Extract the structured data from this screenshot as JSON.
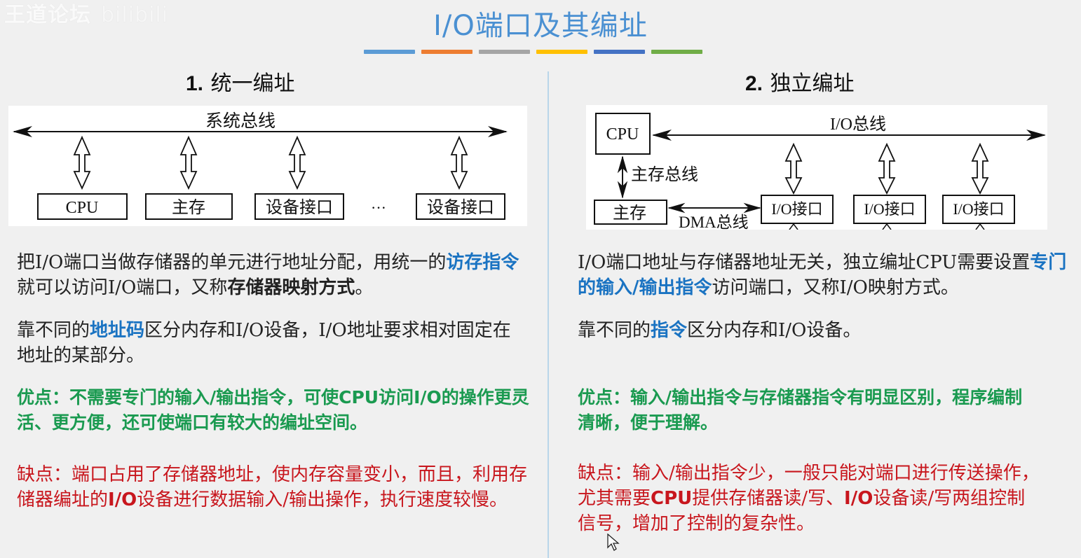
{
  "watermark": {
    "brand": "王道论坛",
    "site": "bilibili"
  },
  "title": "I/O端口及其编址",
  "color_bars": [
    "#5b9bd5",
    "#ed7d31",
    "#a5a5a5",
    "#ffc000",
    "#4472c4",
    "#70ad47"
  ],
  "left": {
    "heading_num": "1.",
    "heading_text": "统一编址",
    "diagram": {
      "bus_label": "系统总线",
      "boxes": [
        "CPU",
        "主存",
        "设备接口",
        "设备接口"
      ],
      "ellipsis": "···"
    },
    "p1": {
      "a": "把I/O端口当做存储器的单元进行地址分配，用统一的",
      "b_blue": "访存指令",
      "c": "就可以访问I/O端口，又称",
      "d_bold": "存储器映射方式",
      "e": "。"
    },
    "p2": {
      "a": "靠不同的",
      "b_blue": "地址码",
      "c": "区分内存和I/O设备，I/O地址要求相对固定在地址的某部分。"
    },
    "pros": "优点：不需要专门的输入/输出指令，可使CPU访问I/O的操作更灵活、更方便，还可使端口有较大的编址空间。",
    "cons": {
      "a": "缺点：端口占用了存储器地址，使内存容量变小，而且，利用存储器编址的",
      "b_bold": "I/O",
      "c": "设备进行数据输入/输出操作，执行速度较慢。"
    }
  },
  "right": {
    "heading_num": "2.",
    "heading_text": "独立编址",
    "diagram": {
      "cpu": "CPU",
      "io_bus": "I/O总线",
      "mem_bus": "主存总线",
      "memory": "主存",
      "dma_bus": "DMA总线",
      "interfaces": [
        "I/O接口",
        "I/O接口",
        "I/O接口"
      ]
    },
    "p1": {
      "a": "I/O端口地址与存储器地址无关，独立编址CPU需要设置",
      "b_blue": "专门的输入/输出指令",
      "c": "访问端口，又称I/O映射方式。"
    },
    "p2": {
      "a": "靠不同的",
      "b_blue": "指令",
      "c": "区分内存和I/O设备。"
    },
    "pros": "优点：输入/输出指令与存储器指令有明显区别，程序编制清晰，便于理解。",
    "cons": {
      "a": "缺点：输入/输出指令少，一般只能对端口进行传送操作，尤其需要",
      "b_bold": "CPU",
      "c": "提供存储器读/写、",
      "d_bold": "I/O",
      "e": "设备读/写两组控制信号，增加了控制的复杂性。"
    }
  }
}
